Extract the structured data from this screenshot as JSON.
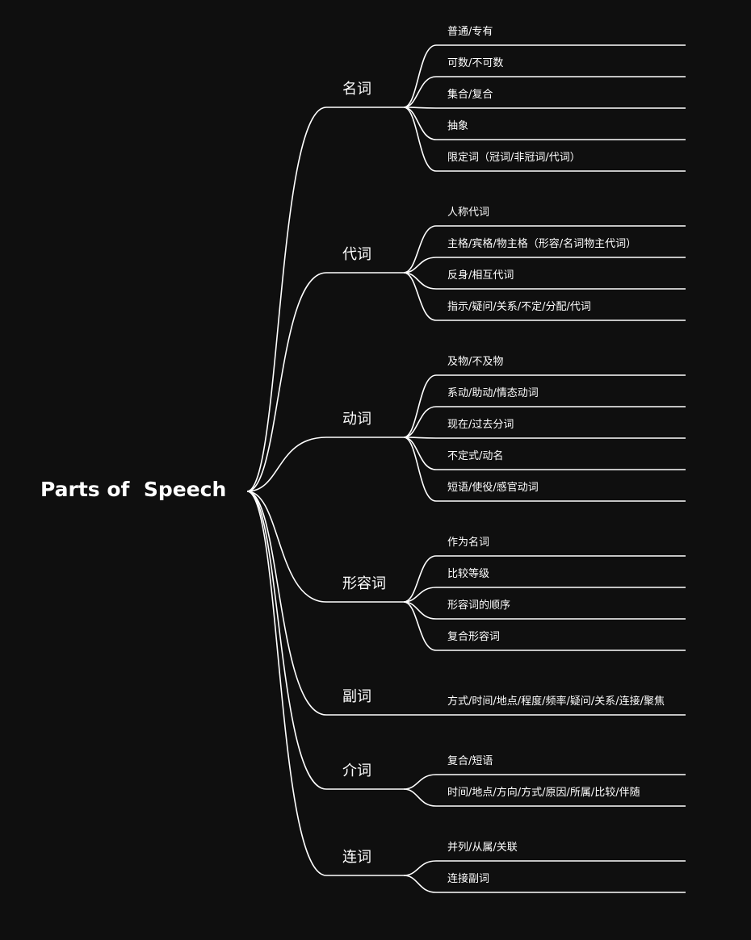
{
  "root": {
    "label": "Parts of  Speech"
  },
  "branches": [
    {
      "label": "名词",
      "children": [
        "普通/专有",
        "可数/不可数",
        "集合/复合",
        "抽象",
        "限定词（冠词/非冠词/代词）"
      ]
    },
    {
      "label": "代词",
      "children": [
        "人称代词",
        "主格/宾格/物主格（形容/名词物主代词）",
        "反身/相互代词",
        " 指示/疑问/关系/不定/分配/代词"
      ]
    },
    {
      "label": "动词",
      "children": [
        "及物/不及物",
        "系动/助动/情态动词",
        "现在/过去分词",
        "不定式/动名",
        "短语/使役/感官动词"
      ]
    },
    {
      "label": "形容词",
      "children": [
        "作为名词",
        "比较等级",
        "形容词的顺序",
        "复合形容词"
      ]
    },
    {
      "label": "副词",
      "children": [
        "方式/时间/地点/程度/频率/疑问/关系/连接/聚焦"
      ]
    },
    {
      "label": "介词",
      "children": [
        "复合/短语",
        "时间/地点/方向/方式/原因/所属/比较/伴随"
      ]
    },
    {
      "label": "连词",
      "children": [
        "并列/从属/关联",
        "连接副词"
      ]
    }
  ]
}
